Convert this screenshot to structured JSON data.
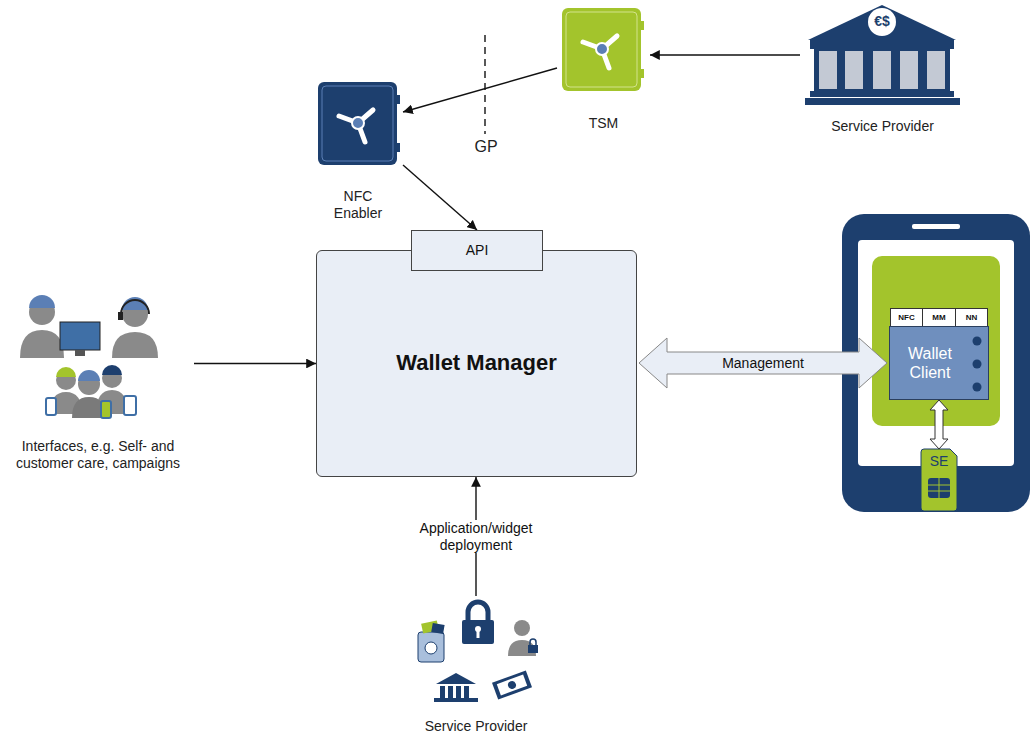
{
  "diagram": {
    "nodes": [
      {
        "text": [
          "TSM"
        ]
      },
      {
        "text": [
          "Service Provider"
        ]
      },
      {
        "text": [
          "NFC Enabler"
        ]
      },
      {
        "text": [
          "Wallet Manager"
        ]
      },
      {
        "text": [
          "API"
        ],
        "in": 3
      },
      {
        "text": [
          "Interfaces, e.g. Self- and customer care, campaigns"
        ]
      },
      {
        "text": [
          "NFC"
        ]
      },
      {
        "text": [
          "MM"
        ]
      },
      {
        "text": [
          "NN"
        ]
      },
      {
        "text": [
          "Wallet Client"
        ]
      },
      {
        "text": [
          "SE"
        ]
      },
      {
        "text": [
          "Service Provider"
        ]
      }
    ],
    "edges": [
      {
        "from": 1,
        "to": 0,
        "arrow": "to"
      },
      {
        "from": 0,
        "to": 2,
        "arrow": "to"
      },
      {
        "from": 2,
        "to": 4,
        "arrow": "to"
      },
      {
        "from": 5,
        "to": 3,
        "arrow": "to"
      },
      {
        "from": 3,
        "to": 9,
        "label": "Management",
        "arrow": "both"
      },
      {
        "from": 9,
        "to": 10,
        "arrow": "both"
      },
      {
        "from": 11,
        "to": 3,
        "label": "Application/widget deployment",
        "arrow": "to"
      }
    ],
    "labels": [
      "GP",
      "€$"
    ]
  }
}
